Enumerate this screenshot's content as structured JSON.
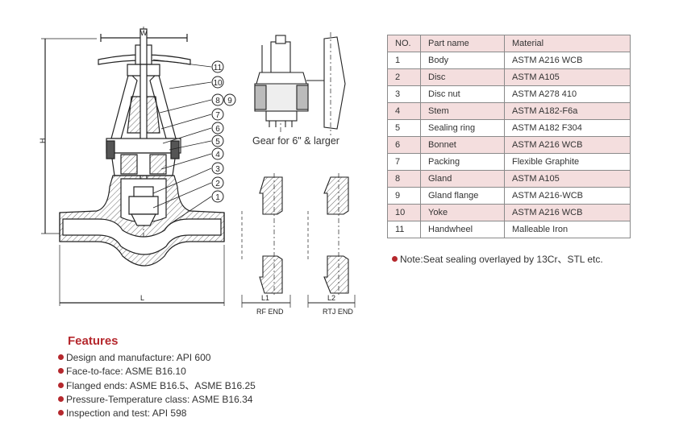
{
  "table": {
    "headers": [
      "NO.",
      "Part name",
      "Material"
    ],
    "rows": [
      {
        "no": "1",
        "part": "Body",
        "material": "ASTM A216 WCB"
      },
      {
        "no": "2",
        "part": "Disc",
        "material": "ASTM A105"
      },
      {
        "no": "3",
        "part": "Disc nut",
        "material": "ASTM A278 410"
      },
      {
        "no": "4",
        "part": "Stem",
        "material": "ASTM A182-F6a"
      },
      {
        "no": "5",
        "part": "Sealing ring",
        "material": "ASTM A182 F304"
      },
      {
        "no": "6",
        "part": "Bonnet",
        "material": "ASTM A216 WCB"
      },
      {
        "no": "7",
        "part": "Packing",
        "material": "Flexible Graphite"
      },
      {
        "no": "8",
        "part": "Gland",
        "material": "ASTM A105"
      },
      {
        "no": "9",
        "part": "Gland flange",
        "material": "ASTM A216-WCB"
      },
      {
        "no": "10",
        "part": "Yoke",
        "material": "ASTM A216 WCB"
      },
      {
        "no": "11",
        "part": "Handwheel",
        "material": "Malleable Iron"
      }
    ]
  },
  "note": "Note:Seat sealing overlayed by 13Cr、STL etc.",
  "gear_caption": "Gear for 6\" & larger",
  "features": {
    "title": "Features",
    "items": [
      "Design and manufacture: API 600",
      "Face-to-face: ASME B16.10",
      "Flanged ends: ASME B16.5、ASME B16.25",
      "Pressure-Temperature class: ASME B16.34",
      "Inspection and test: API 598"
    ]
  },
  "drawing": {
    "dim_w": "W",
    "dim_h": "H",
    "dim_l": "L",
    "dim_l1": "L1",
    "dim_l2": "L2",
    "rf_end": "RF END",
    "rtj_end": "RTJ END",
    "callouts": [
      "11",
      "10",
      "8",
      "9",
      "7",
      "6",
      "5",
      "4",
      "3",
      "2",
      "1"
    ]
  },
  "colors": {
    "accent": "#b5282d",
    "table_highlight": "#f4dede",
    "line": "#222222"
  }
}
